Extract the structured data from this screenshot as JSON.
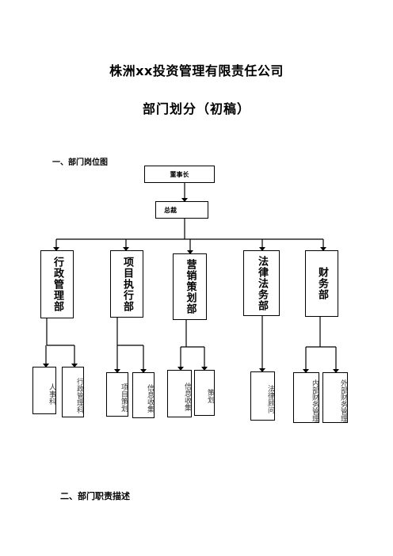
{
  "document": {
    "title": "株洲xx投资管理有限责任公司",
    "subtitle": "部门划分（初稿）"
  },
  "sections": {
    "section1": "一、部门岗位图",
    "section2": "二、部门职责描述"
  },
  "org_chart": {
    "top": "董事长",
    "second": "总裁",
    "departments": [
      {
        "name": "行政管理部",
        "subs": [
          "人事科",
          "行政管理科"
        ]
      },
      {
        "name": "项目执行部",
        "subs": [
          "项目策划",
          "信息收集"
        ]
      },
      {
        "name": "营销策划部",
        "subs": [
          "信息收集",
          "策划"
        ]
      },
      {
        "name": "法律法务部",
        "subs": [
          "法律顾问"
        ]
      },
      {
        "name": "财务部",
        "subs": [
          "内部财务管理",
          "外部财务管理"
        ]
      }
    ]
  }
}
